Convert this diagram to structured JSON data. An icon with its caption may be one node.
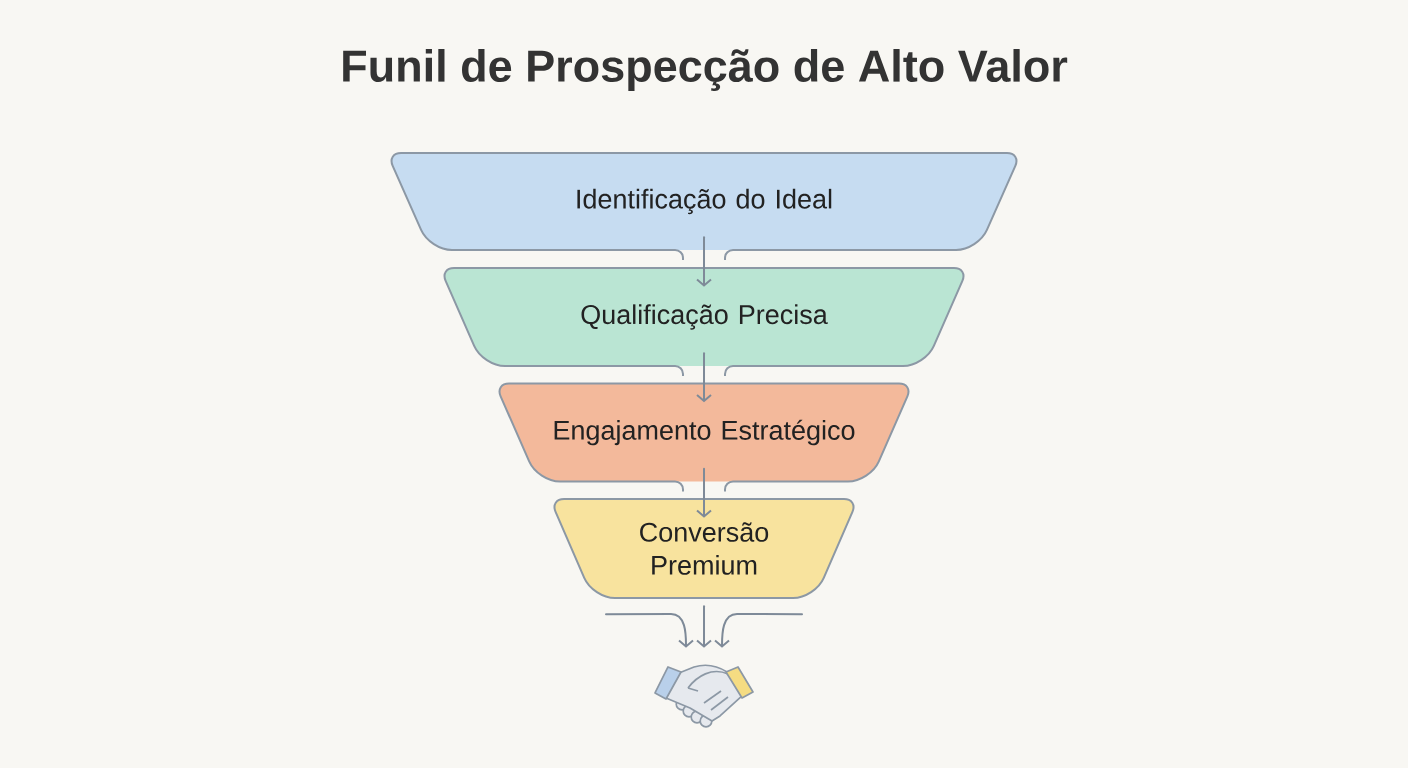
{
  "diagram": {
    "title": "Funil de Prospecção de Alto Valor",
    "nodes": [
      {
        "text": [
          "Identificação do Ideal"
        ]
      },
      {
        "text": [
          "Qualificação Precisa"
        ]
      },
      {
        "text": [
          "Engajamento Estratégico"
        ]
      },
      {
        "text": [
          "Conversão Premium"
        ]
      },
      {
        "text": [],
        "shape": "picture"
      }
    ],
    "edges": [
      {
        "from": 0,
        "to": 1,
        "arrow": "to"
      },
      {
        "from": 1,
        "to": 2,
        "arrow": "to"
      },
      {
        "from": 2,
        "to": 3,
        "arrow": "to"
      },
      {
        "from": 3,
        "to": 4,
        "arrow": "to"
      },
      {
        "from": 3,
        "to": 4,
        "arrow": "to"
      },
      {
        "from": 3,
        "to": 4,
        "arrow": "to"
      }
    ]
  }
}
